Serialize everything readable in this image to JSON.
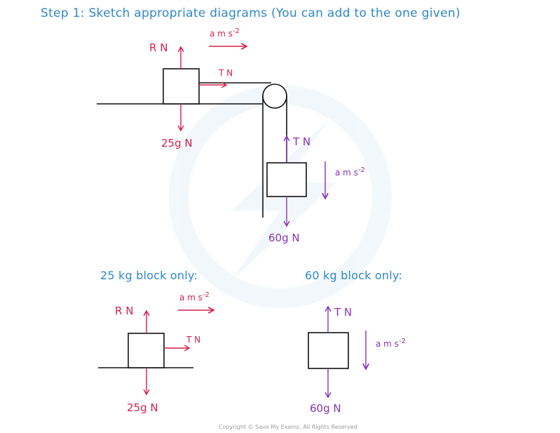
{
  "heading": "Step 1: Sketch appropriate diagrams (You can add to the one given)",
  "main_diagram": {
    "reaction": "R N",
    "accel_horizontal": "a m s",
    "accel_exp": "-2",
    "tension_horizontal": "T N",
    "weight_25": "25g N",
    "tension_vertical": "T N",
    "accel_vertical": "a m s",
    "accel_vertical_exp": "-2",
    "weight_60": "60g N"
  },
  "block25": {
    "heading": "25 kg block only:",
    "reaction": "R N",
    "accel": "a m s",
    "accel_exp": "-2",
    "tension": "T N",
    "weight": "25g N"
  },
  "block60": {
    "heading": "60 kg block only:",
    "tension": "T N",
    "accel": "a m s",
    "accel_exp": "-2",
    "weight": "60g N"
  },
  "copyright": "Copyright © Save My Exams. All Rights Reserved",
  "colors": {
    "heading": "#2f88c9",
    "force_25": "#d6204a",
    "force_60": "#8a33b5",
    "ink": "#111111"
  }
}
